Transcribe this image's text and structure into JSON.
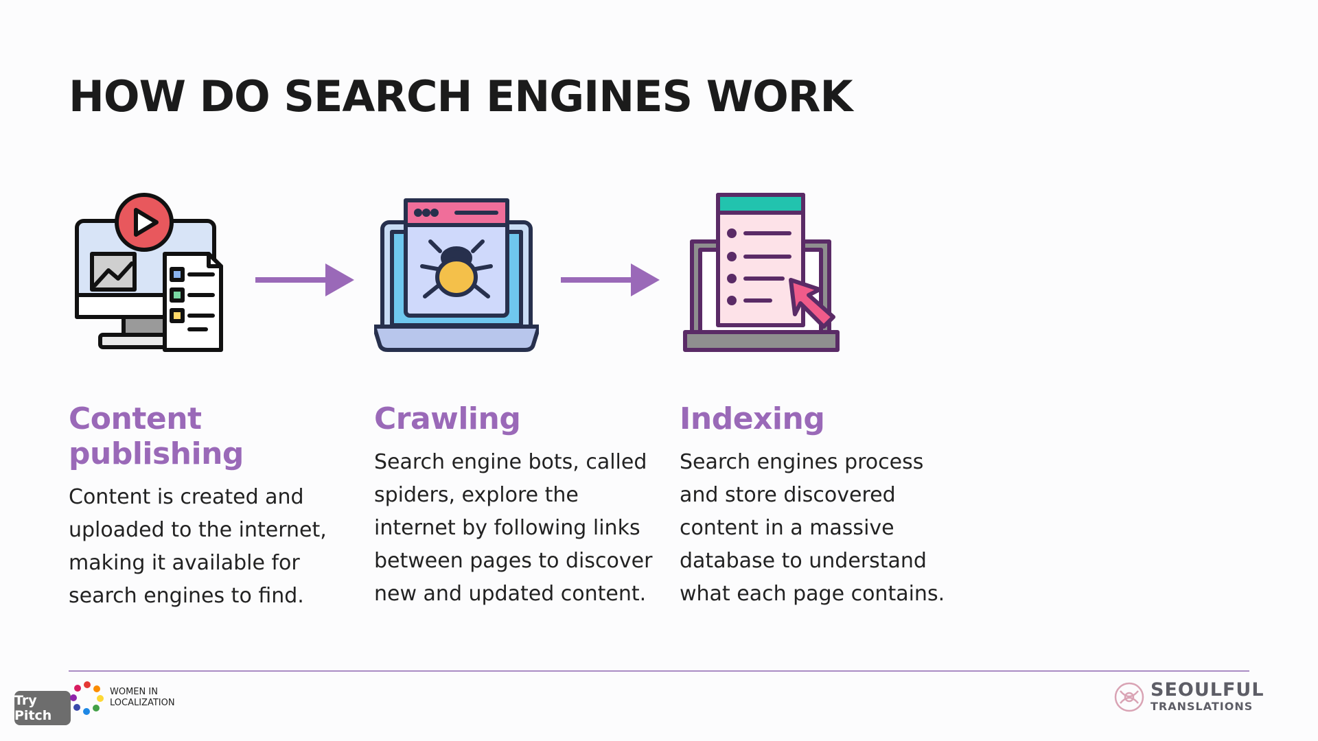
{
  "title": "HOW DO SEARCH ENGINES WORK",
  "colors": {
    "accent": "#9a69b8",
    "arrow": "#9a69b8",
    "divider": "#a98bc4",
    "text": "#222222"
  },
  "steps": [
    {
      "icon": "monitor-media-icon",
      "heading": "Content publishing",
      "text": "Content is created and uploaded to the internet, making it available for search engines to find."
    },
    {
      "icon": "laptop-spider-icon",
      "heading": "Crawling",
      "text": "Search engine bots, called spiders, explore the internet by following links between pages to discover new and updated content."
    },
    {
      "icon": "laptop-index-icon",
      "heading": "Indexing",
      "text": "Search engines process and store discovered content in a massive database to understand what each page contains."
    }
  ],
  "footer": {
    "try_pitch": "Try Pitch",
    "wil_line1": "WOMEN IN",
    "wil_line2": "LOCALIZATION",
    "seoulful_main": "SEOULFUL",
    "seoulful_sub": "TRANSLATIONS"
  }
}
